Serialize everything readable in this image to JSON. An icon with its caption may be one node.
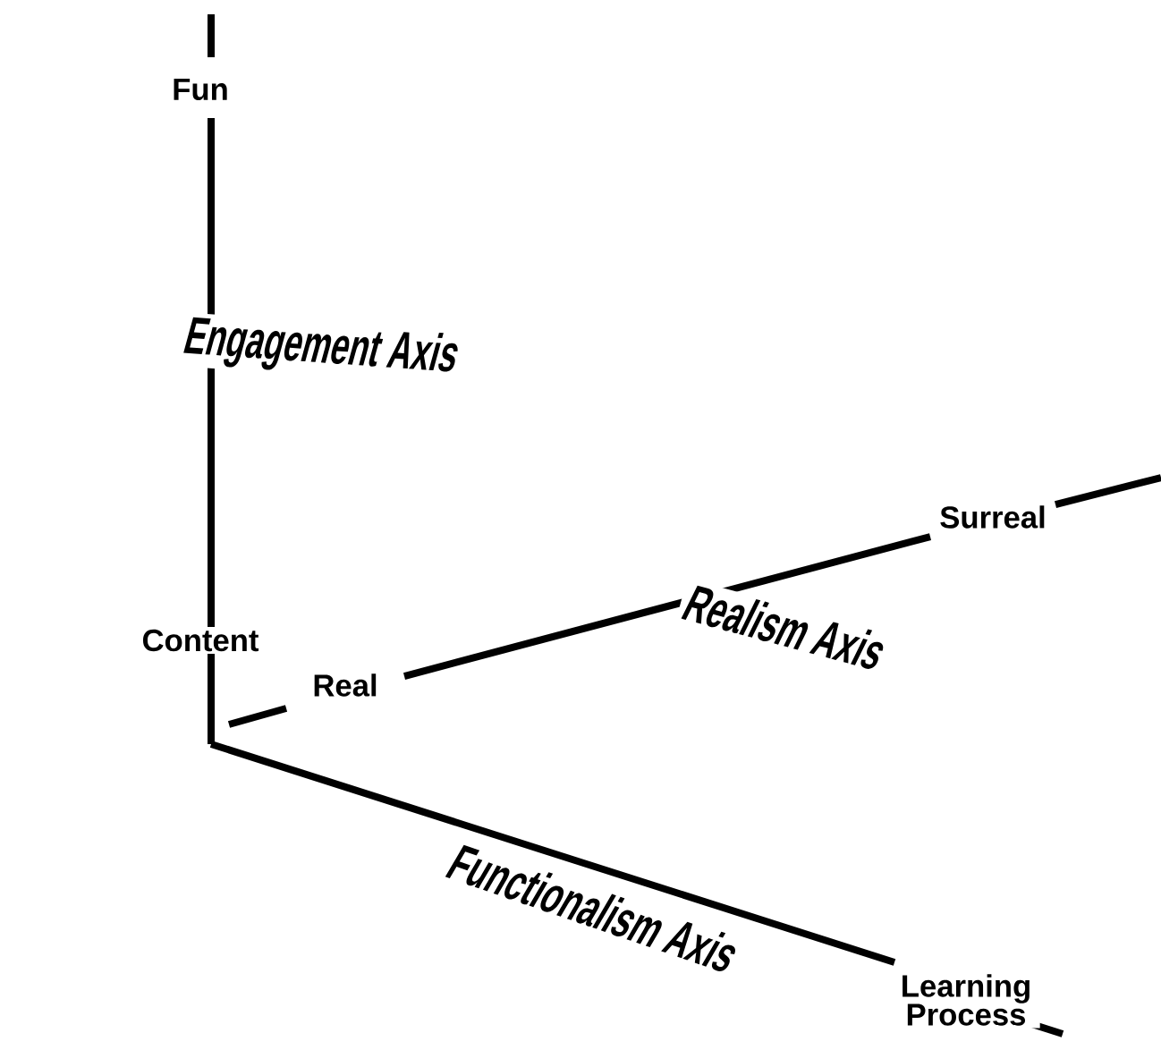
{
  "diagram": {
    "labels": [
      "Fun",
      "Engagement Axis",
      "Content",
      "Real",
      "Surreal",
      "Realism Axis",
      "Functionalism Axis",
      "Learning Process"
    ]
  }
}
